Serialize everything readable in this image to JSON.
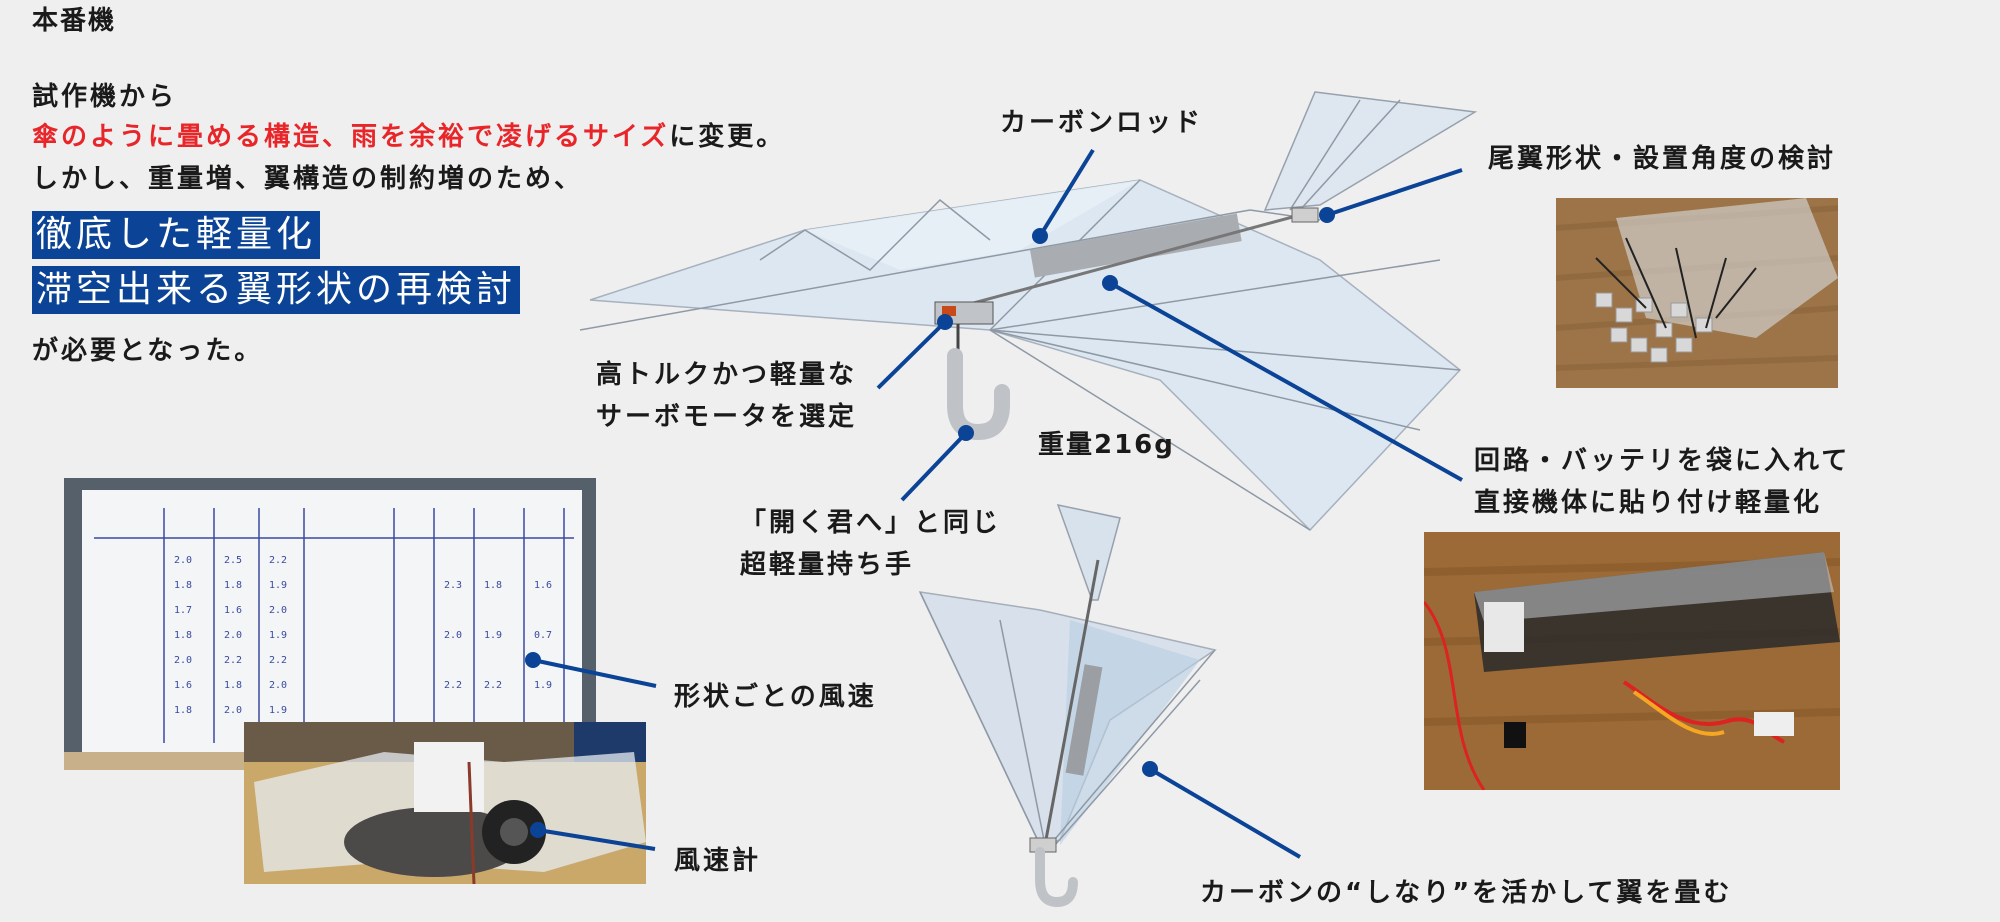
{
  "title": "本番機",
  "intro": {
    "line1": "試作機から",
    "line2_red": "傘のように畳める構造、雨を余裕で凌げるサイズ",
    "line2_rest": "に変更。",
    "line3": "しかし、重量増、翼構造の制約増のため、",
    "highlight1": "徹底した軽量化",
    "highlight2": "滞空出来る翼形状の再検討",
    "line4": "が必要となった。"
  },
  "labels": {
    "carbon_rod": "カーボンロッド",
    "tail": "尾翼形状・設置角度の検討",
    "servo_line1": "高トルクかつ軽量な",
    "servo_line2": "サーボモータを選定",
    "weight": "重量216g",
    "circuit_line1": "回路・バッテリを袋に入れて",
    "circuit_line2": "直接機体に貼り付け軽量化",
    "handle_line1": "「開く君へ」と同じ",
    "handle_line2": "超軽量持ち手",
    "wind_speed": "形状ごとの風速",
    "anemometer": "風速計",
    "fold": "カーボンの“しなり”を活かして翼を畳む"
  },
  "colors": {
    "accent_blue": "#0b4396",
    "red": "#e8262a",
    "background": "#efefef"
  }
}
